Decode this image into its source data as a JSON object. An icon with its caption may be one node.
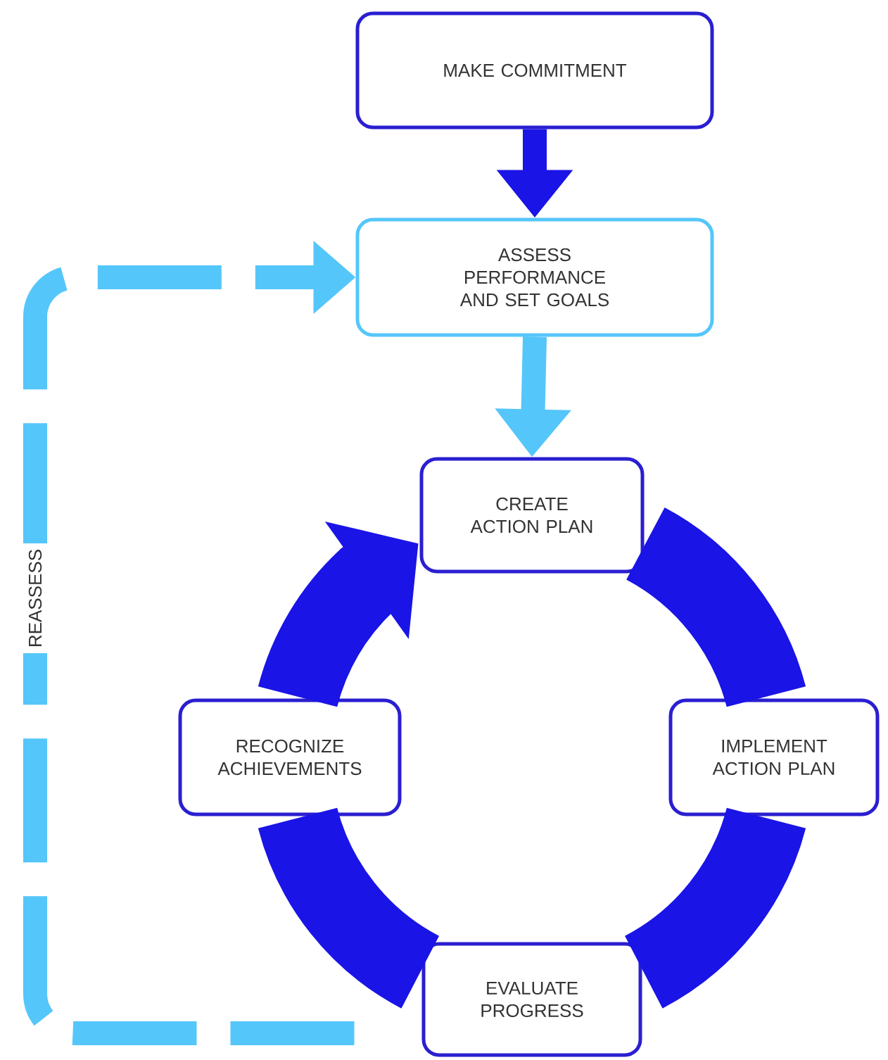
{
  "diagram": {
    "nodes": [
      {
        "text": [
          "MAKE COMMITMENT"
        ]
      },
      {
        "text": [
          "ASSESS PERFORMANCE AND SET GOALS"
        ]
      },
      {
        "text": [
          "CREATE ACTION PLAN"
        ]
      },
      {
        "text": [
          "IMPLEMENT ACTION PLAN"
        ]
      },
      {
        "text": [
          "EVALUATE PROGRESS"
        ]
      },
      {
        "text": [
          "RECOGNIZE ACHIEVEMENTS"
        ]
      }
    ],
    "edges": [
      {
        "from": 0,
        "to": 1,
        "arrow": "to"
      },
      {
        "from": 1,
        "to": 2,
        "arrow": "to",
        "color": "#55c6fa"
      },
      {
        "from": 2,
        "to": 3,
        "arrow": "none"
      },
      {
        "from": 3,
        "to": 4,
        "arrow": "none"
      },
      {
        "from": 4,
        "to": 5,
        "arrow": "none"
      },
      {
        "from": 5,
        "to": 2,
        "arrow": "to"
      },
      {
        "from": 4,
        "to": 1,
        "arrow": "to",
        "style": "dashed",
        "color": "#55c6fa",
        "label": "REASSESS"
      }
    ]
  }
}
